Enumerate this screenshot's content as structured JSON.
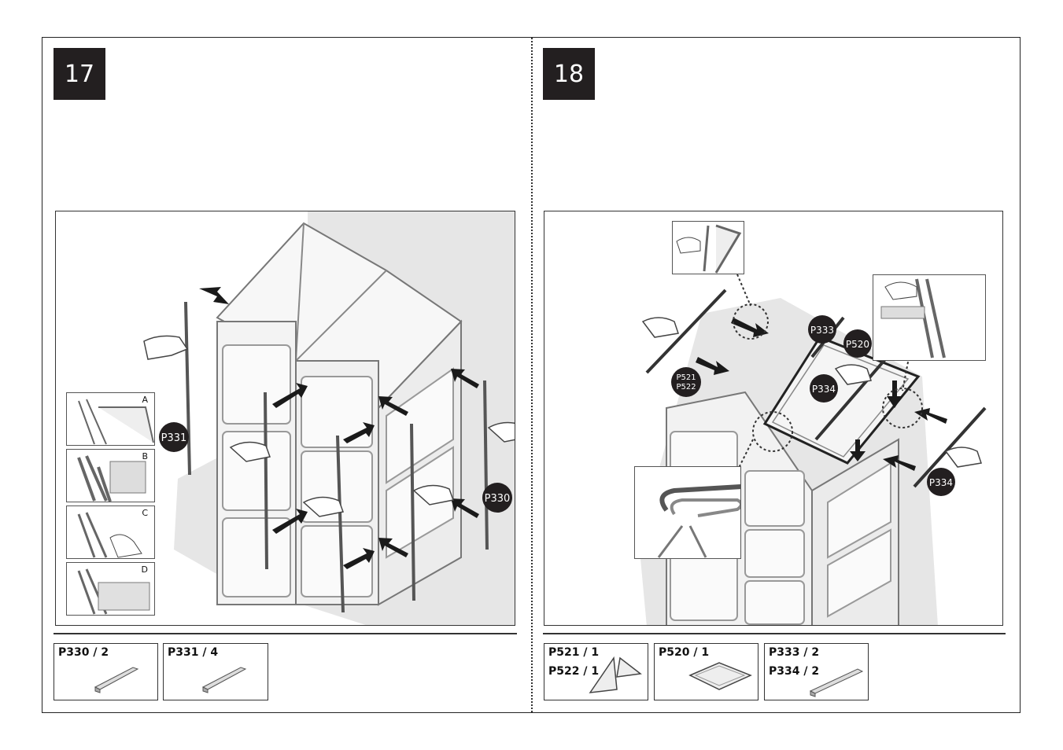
{
  "steps": [
    {
      "number": "17",
      "inset_labels": [
        "A",
        "B",
        "C",
        "D"
      ],
      "callouts": [
        "P331",
        "P330"
      ],
      "parts": [
        {
          "label": "P330 / 2",
          "icon": "profile-strip-icon"
        },
        {
          "label": "P331 / 4",
          "icon": "profile-strip-icon"
        }
      ]
    },
    {
      "number": "18",
      "callouts": [
        "P333",
        "P520",
        "P521",
        "P522",
        "P334",
        "P334"
      ],
      "parts": [
        {
          "label1": "P521 / 1",
          "label2": "P522 / 1",
          "icon": "triangle-panels-icon"
        },
        {
          "label": "P520 / 1",
          "icon": "square-panel-icon"
        },
        {
          "label1": "P333 / 2",
          "label2": "P334 / 2",
          "icon": "profile-strip-icon"
        }
      ]
    }
  ]
}
